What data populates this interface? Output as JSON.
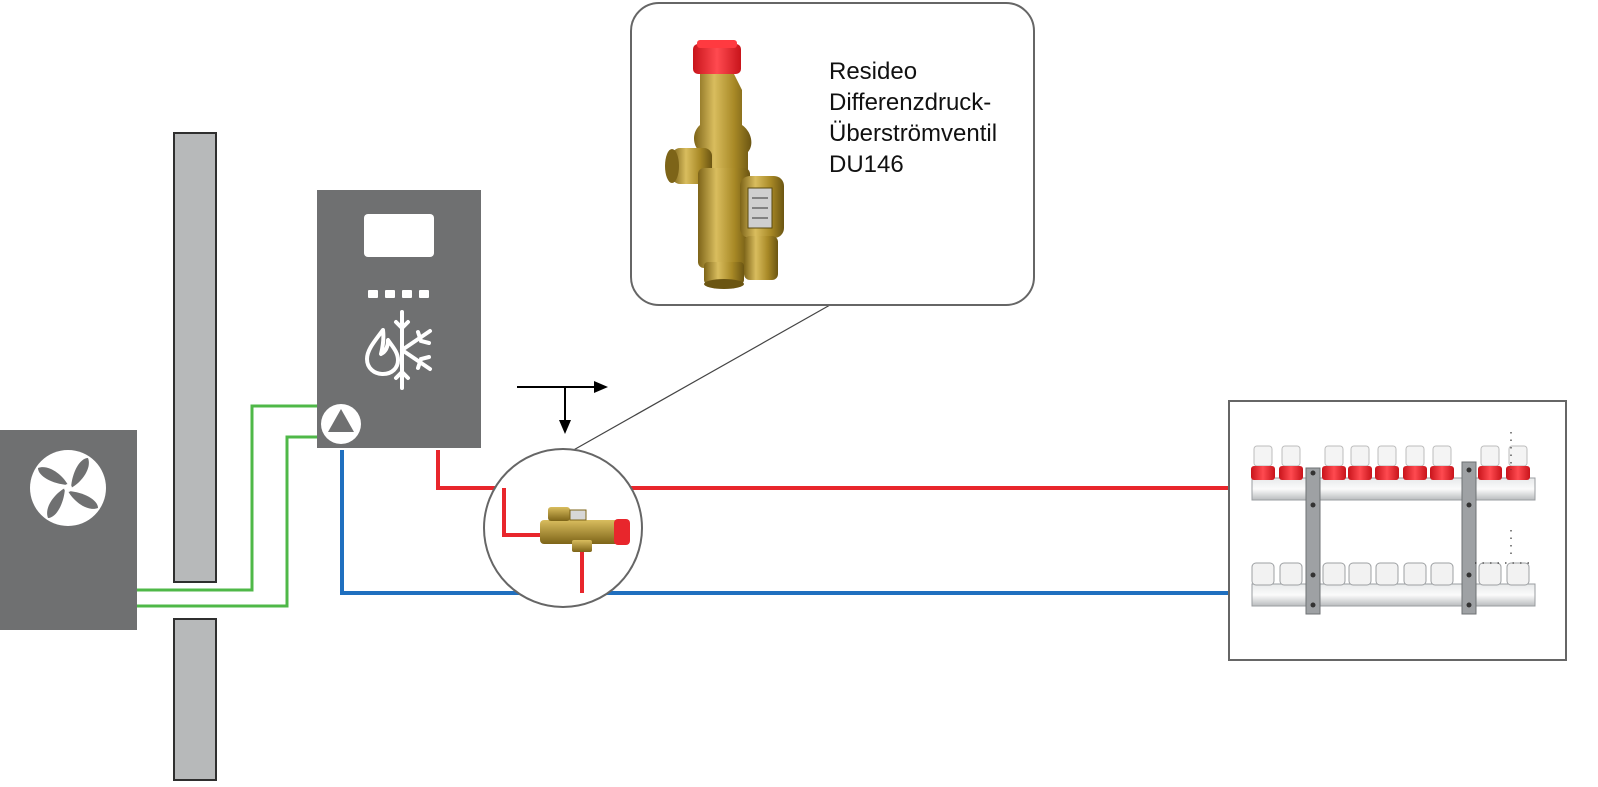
{
  "callout": {
    "lines": [
      "Resideo",
      "Differenzdruck-",
      "Überströmventil",
      "DU146"
    ]
  },
  "colors": {
    "wall": "#b7b9ba",
    "unit_gray": "#6f7071",
    "pipe_supply": "#e8262c",
    "pipe_return": "#1f6fbf",
    "pipe_refrigerant": "#4fb848",
    "valve_brass": "#b8962e",
    "valve_cap": "#e8262c"
  },
  "icons": {
    "outdoor_unit": "fan-icon",
    "indoor_unit_display": "display-icon",
    "indoor_unit_mode": "flame-snowflake-icon",
    "indoor_unit_pump": "pump-icon",
    "flow_direction": "arrows-icon"
  }
}
